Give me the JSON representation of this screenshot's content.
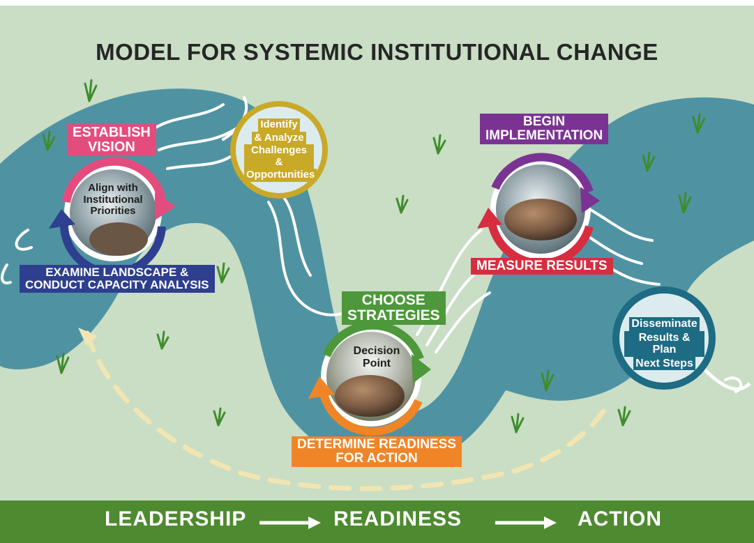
{
  "title": "MODEL FOR SYSTEMIC INSTITUTIONAL CHANGE",
  "colors": {
    "background": "#c9dec5",
    "river": "#4f93a3",
    "vision": "#e44c7d",
    "landscape": "#2e3f8f",
    "identify": "#c8a928",
    "strategies": "#4d983a",
    "readiness": "#f08527",
    "implementation": "#7b3393",
    "measure": "#d82d3f",
    "disseminate": "#1e6b84",
    "path": "#f2e5b2",
    "footer": "#4e8a2f"
  },
  "nodes": {
    "vision": {
      "line1": "ESTABLISH",
      "line2": "VISION"
    },
    "align": {
      "line1": "Align with",
      "line2": "Institutional",
      "line3": "Priorities"
    },
    "landscape": {
      "line1": "EXAMINE LANDSCAPE &",
      "line2": "CONDUCT CAPACITY ANALYSIS"
    },
    "identify": {
      "line1": "Identify",
      "line2": "& Analyze",
      "line3": "Challenges &",
      "line4": "Opportunities"
    },
    "strategies": {
      "line1": "CHOOSE",
      "line2": "STRATEGIES"
    },
    "decision": {
      "line1": "Decision",
      "line2": "Point"
    },
    "readiness": {
      "line1": "DETERMINE READINESS",
      "line2": "FOR ACTION"
    },
    "implementation": {
      "line1": "BEGIN",
      "line2": "IMPLEMENTATION"
    },
    "measure": {
      "label": "MEASURE RESULTS"
    },
    "disseminate": {
      "line1": "Disseminate",
      "line2": "Results & Plan",
      "line3": "Next Steps"
    }
  },
  "footer": {
    "leadership": "LEADERSHIP",
    "readiness": "READINESS",
    "action": "ACTION",
    "arrow_icon": "long-right-arrow-icon"
  }
}
